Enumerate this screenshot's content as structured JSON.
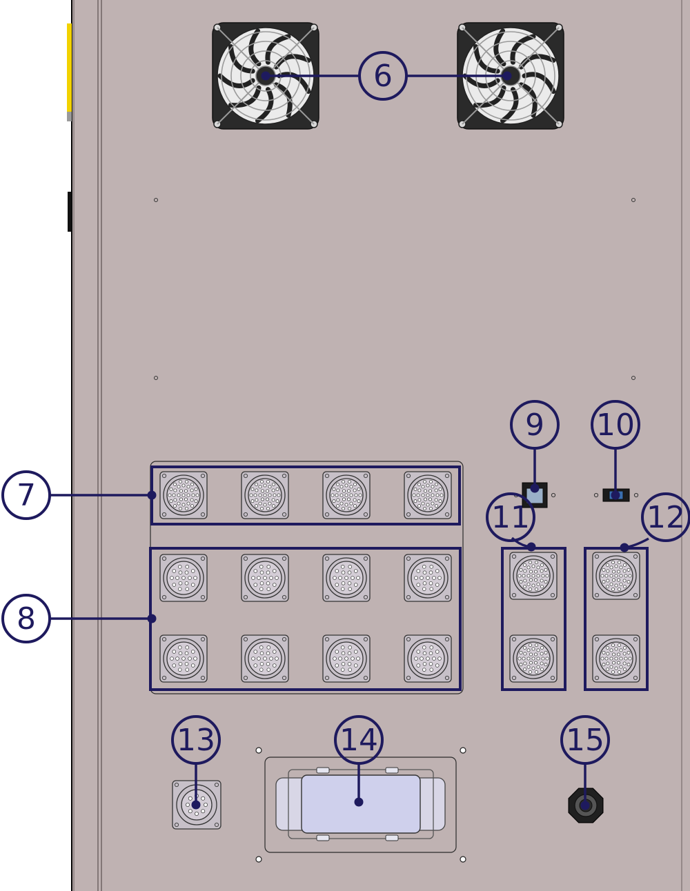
{
  "colors": {
    "panel": "#bfb2b2",
    "panel_edge": "#000000",
    "accent_yellow": "#f2d200",
    "callout": "#1e1a5e",
    "callout_fill": "#ffffff",
    "connector_face": "#c7c0c8",
    "connector_outline": "#333333",
    "fan_body": "#2a2a2a",
    "fan_blade": "#ebebeb",
    "hatch_window": "#cfd0ec",
    "gland": "#202020"
  },
  "callouts": [
    {
      "id": "c6",
      "label": "6"
    },
    {
      "id": "c7",
      "label": "7"
    },
    {
      "id": "c8",
      "label": "8"
    },
    {
      "id": "c9",
      "label": "9"
    },
    {
      "id": "c10",
      "label": "10"
    },
    {
      "id": "c11",
      "label": "11"
    },
    {
      "id": "c12",
      "label": "12"
    },
    {
      "id": "c13",
      "label": "13"
    },
    {
      "id": "c14",
      "label": "14"
    },
    {
      "id": "c15",
      "label": "15"
    }
  ],
  "icons": {
    "fan": "cooling-fan-icon",
    "connector": "circular-connector-icon",
    "usb": "usb-port-icon",
    "switch": "rocker-switch-icon",
    "hatch": "heavy-duty-connector-icon",
    "gland": "cable-gland-icon"
  }
}
